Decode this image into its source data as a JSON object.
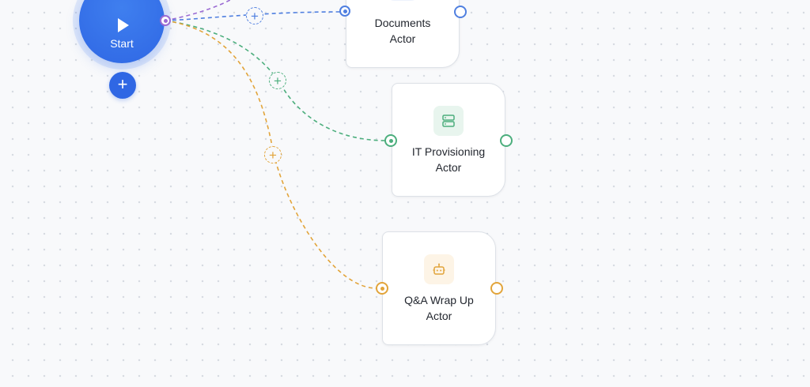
{
  "start": {
    "label": "Start",
    "icon": "play-icon",
    "color": "#2f67e4"
  },
  "add_step": {
    "icon": "plus-icon",
    "glyph": "+"
  },
  "edge_add_glyph": "+",
  "actors": [
    {
      "line1": "Documents",
      "line2": "Actor",
      "accent": "#4f7fe0",
      "icon": "document-icon"
    },
    {
      "line1": "IT Provisioning",
      "line2": "Actor",
      "accent": "#4cae7d",
      "icon": "server-icon"
    },
    {
      "line1": "Q&A Wrap Up",
      "line2": "Actor",
      "accent": "#e2a43a",
      "icon": "robot-icon"
    }
  ],
  "edge_colors": {
    "purple": "#9b6bd3",
    "blue": "#4f7fe0",
    "green": "#4cae7d",
    "orange": "#e2a43a"
  }
}
